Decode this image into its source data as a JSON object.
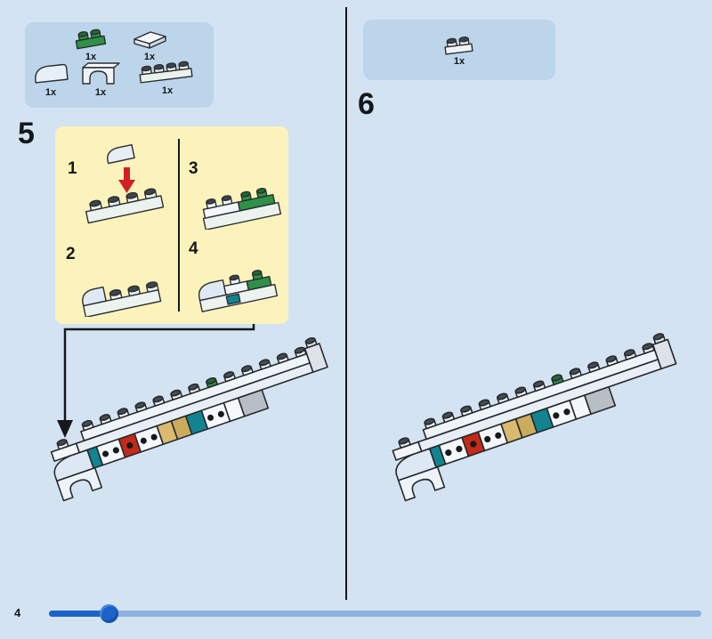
{
  "page": {
    "number": "4"
  },
  "step5": {
    "label": "5",
    "parts": [
      {
        "icon": "plate-1x2-green-icon",
        "count": "1x"
      },
      {
        "icon": "tile-1x2-white-icon",
        "count": "1x"
      },
      {
        "icon": "slope-curved-1x2-white-icon",
        "count": "1x"
      },
      {
        "icon": "arch-1x2-white-icon",
        "count": "1x"
      },
      {
        "icon": "plate-1x4-white-icon",
        "count": "1x"
      }
    ],
    "substeps": [
      {
        "number": "1"
      },
      {
        "number": "2"
      },
      {
        "number": "3"
      },
      {
        "number": "4"
      }
    ]
  },
  "step6": {
    "label": "6",
    "parts": [
      {
        "icon": "plate-1x2-white-icon",
        "count": "1x"
      }
    ]
  },
  "footer": {
    "page_number": "4"
  },
  "colors": {
    "background": "#d3e3f2",
    "callout_box": "#bcd5ea",
    "substep_box": "#fbf3bb",
    "arrow_red": "#d21f26",
    "brick_green": "#2e9147",
    "brick_teal": "#128391",
    "brick_red": "#c32a1a",
    "brick_tan": "#d8b96d",
    "brick_gray": "#b8bec5",
    "progress_blue": "#1b63c8",
    "progress_track": "#8cb2de"
  }
}
